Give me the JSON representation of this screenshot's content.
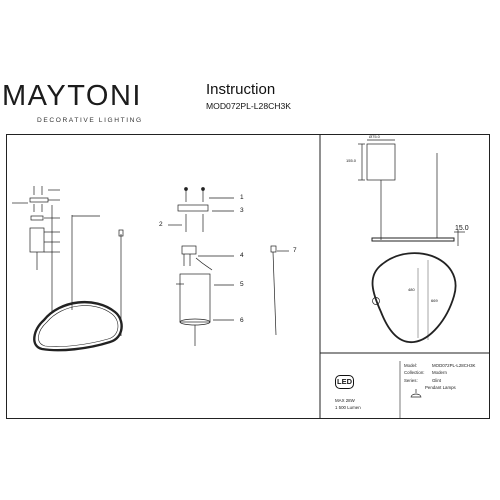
{
  "brand": {
    "logo_text": "MAYTONI",
    "tagline": "DECORATIVE LIGHTING"
  },
  "document": {
    "title": "Instruction",
    "model_code": "MOD072PL-L28CH3K"
  },
  "assembly": {
    "part_labels": [
      "1",
      "3",
      "2",
      "4",
      "5",
      "6",
      "7"
    ]
  },
  "dimensions": {
    "canopy_diameter": "Ø75.0",
    "canopy_height": "155.0",
    "ring_thickness": "15.0",
    "ring_width": "480",
    "ring_height": "669"
  },
  "specs": {
    "led_icon": "LED",
    "power": "MAX 28W",
    "lumen": "1 500 Lumen",
    "model_label": "Model:",
    "model_value": "MOD072PL-L28CH3K",
    "collection_label": "Collection:",
    "collection_value": "Modern",
    "series_label": "Series:",
    "series_value": "Glint",
    "type_value": "Pendant Lamps"
  },
  "icons": {
    "pendant": "pendant-lamp-icon",
    "led": "led-icon"
  }
}
